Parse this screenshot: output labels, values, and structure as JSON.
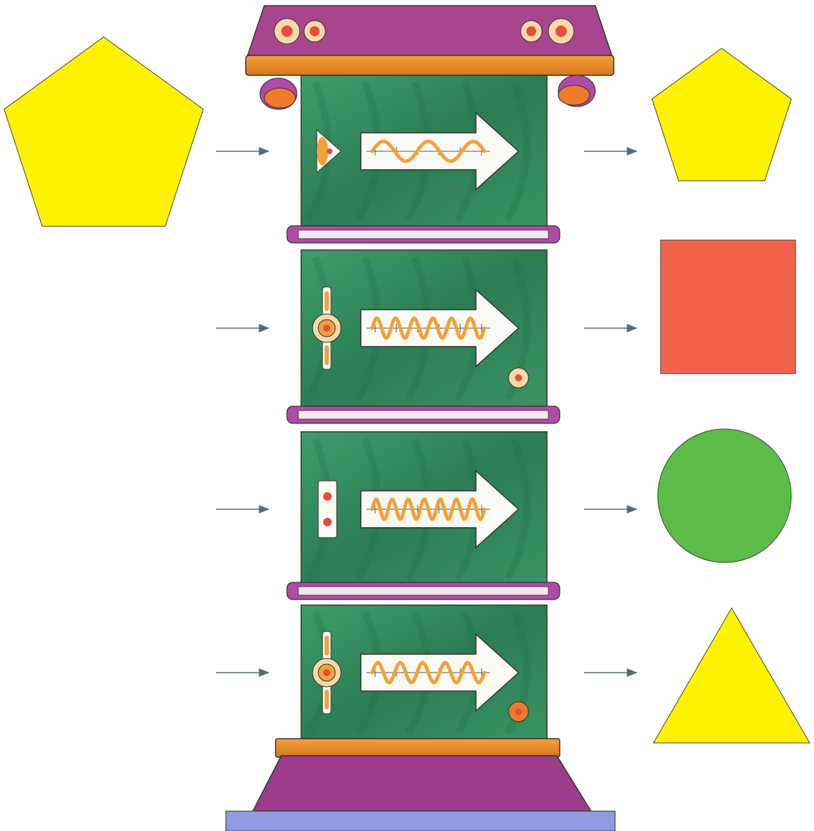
{
  "scene": {
    "input_shape": {
      "shape": "pentagon",
      "color": "#FFF200"
    },
    "machine": {
      "top_color": "#A7468F",
      "wood_color": "#E98A2A",
      "panel_color": "#2F8A5A",
      "clamp_color": "#B14AA4",
      "base_color": "#9C3C8A",
      "plinth_color": "#8F9BE0",
      "wave_color": "#F2A23A",
      "stages": [
        {
          "control": "triangle-dial-icon",
          "wave_cycles": 2.5,
          "output": {
            "shape": "pentagon",
            "color": "#FFF200"
          }
        },
        {
          "control": "vertical-knob-icon",
          "wave_cycles": 6,
          "output": {
            "shape": "square",
            "color": "#F2634D"
          }
        },
        {
          "control": "dual-button-panel-icon",
          "wave_cycles": 7,
          "output": {
            "shape": "circle",
            "color": "#5DBB47"
          }
        },
        {
          "control": "vertical-knob-icon",
          "wave_cycles": 5,
          "output": {
            "shape": "triangle",
            "color": "#FFF200"
          }
        }
      ]
    },
    "arrow_color": "#5A6B78"
  }
}
